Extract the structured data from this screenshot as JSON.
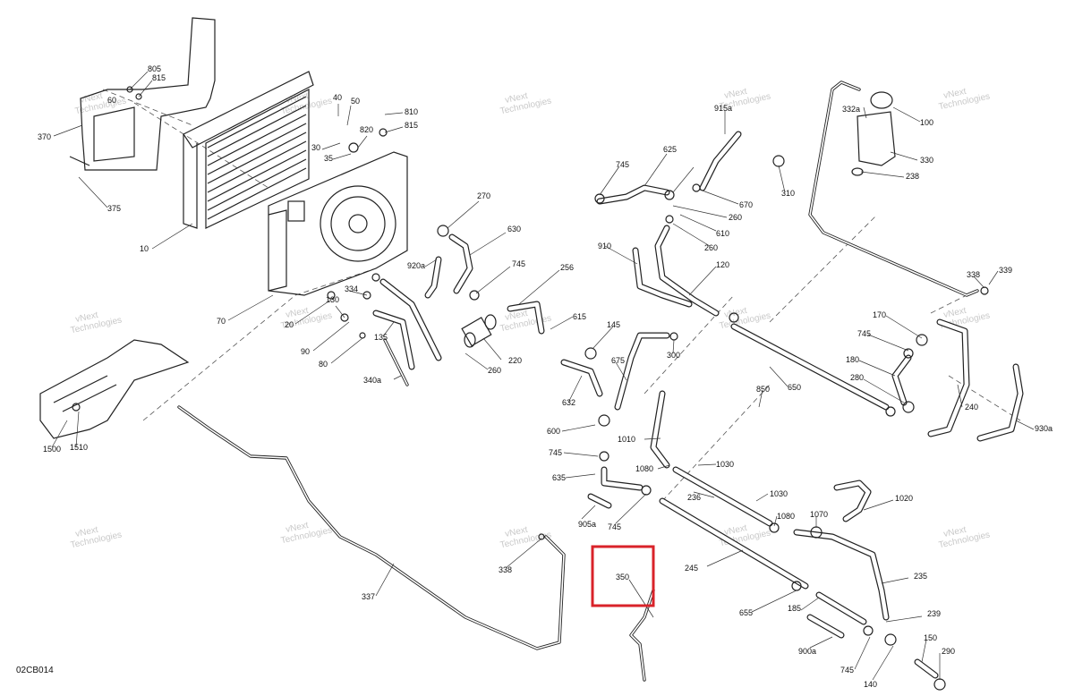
{
  "diagram_code": "02CB014",
  "watermark_lines": [
    "vNext",
    "Technologies"
  ],
  "highlight_color": "#d9232a",
  "callouts": [
    "805",
    "815",
    "60",
    "40",
    "50",
    "810",
    "815",
    "370",
    "820",
    "30",
    "35",
    "375",
    "10",
    "70",
    "334",
    "130",
    "20",
    "90",
    "80",
    "135",
    "340a",
    "270",
    "630",
    "920a",
    "745",
    "256",
    "615",
    "220",
    "260",
    "745",
    "625",
    "915a",
    "310",
    "670",
    "260",
    "610",
    "260",
    "910",
    "120",
    "145",
    "300",
    "675",
    "632",
    "850",
    "600",
    "745",
    "635",
    "905a",
    "745",
    "650",
    "1010",
    "1080",
    "1030",
    "236",
    "1030",
    "1080",
    "1070",
    "245",
    "655",
    "185",
    "900a",
    "745",
    "140",
    "150",
    "290",
    "239",
    "235",
    "1020",
    "338",
    "337",
    "350",
    "332a",
    "100",
    "330",
    "238",
    "338",
    "339",
    "170",
    "745",
    "180",
    "280",
    "240",
    "930a",
    "1500",
    "1510"
  ]
}
